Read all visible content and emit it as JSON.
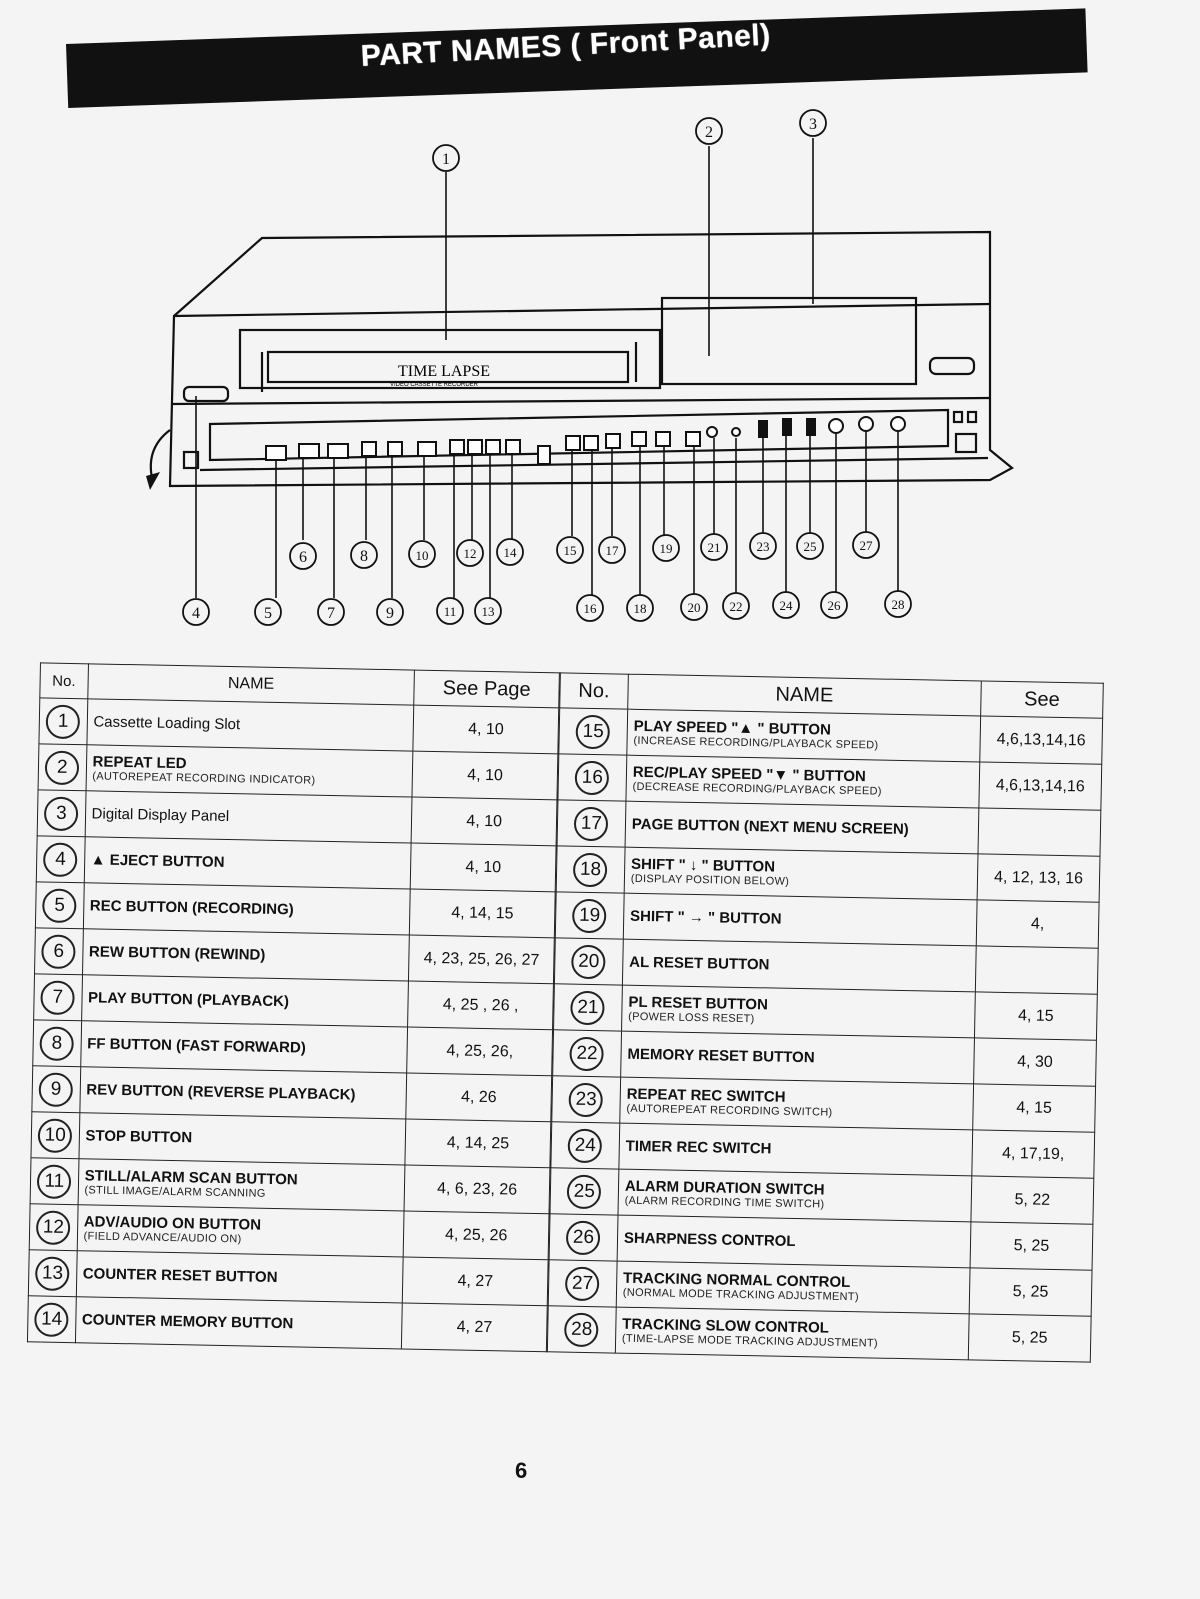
{
  "header": {
    "title": "PART NAMES ( Front Panel)"
  },
  "diagram": {
    "model_text": "TIME LAPSE",
    "model_sub": "VIDEO CASSETTE RECORDER",
    "callouts": [
      "1",
      "2",
      "3",
      "4",
      "5",
      "6",
      "7",
      "8",
      "9",
      "10",
      "11",
      "12",
      "13",
      "14",
      "15",
      "16",
      "17",
      "18",
      "19",
      "20",
      "21",
      "22",
      "23",
      "24",
      "25",
      "26",
      "27",
      "28"
    ]
  },
  "table_left": {
    "headers": {
      "no": "No.",
      "name": "NAME",
      "page": "See Page"
    },
    "rows": [
      {
        "no": "1",
        "name": "Cassette Loading Slot",
        "sub": "",
        "page": "4,  10"
      },
      {
        "no": "2",
        "name": "REPEAT LED",
        "sub": "(AUTOREPEAT RECORDING INDICATOR)",
        "page": "4,  10"
      },
      {
        "no": "3",
        "name": "Digital Display Panel",
        "sub": "",
        "page": "4,  10"
      },
      {
        "no": "4",
        "name": "▲   EJECT BUTTON",
        "sub": "",
        "page": "4,  10"
      },
      {
        "no": "5",
        "name": "REC BUTTON (RECORDING)",
        "sub": "",
        "page": "4,  14,  15"
      },
      {
        "no": "6",
        "name": "REW BUTTON (REWIND)",
        "sub": "",
        "page": "4, 23, 25, 26, 27"
      },
      {
        "no": "7",
        "name": "PLAY  BUTTON  (PLAYBACK)",
        "sub": "",
        "page": "4, 25 , 26 ,"
      },
      {
        "no": "8",
        "name": "FF BUTTON (FAST FORWARD)",
        "sub": "",
        "page": "4, 25, 26,"
      },
      {
        "no": "9",
        "name": "REV BUTTON (REVERSE PLAYBACK)",
        "sub": "",
        "page": "4,  26"
      },
      {
        "no": "10",
        "name": "STOP BUTTON",
        "sub": "",
        "page": "4,  14,  25"
      },
      {
        "no": "11",
        "name": "STILL/ALARM SCAN BUTTON",
        "sub": "(STILL IMAGE/ALARM SCANNING",
        "page": "4, 6, 23, 26"
      },
      {
        "no": "12",
        "name": "ADV/AUDIO ON BUTTON",
        "sub": "(FIELD ADVANCE/AUDIO ON)",
        "page": "4,  25, 26"
      },
      {
        "no": "13",
        "name": "COUNTER RESET BUTTON",
        "sub": "",
        "page": "4,  27"
      },
      {
        "no": "14",
        "name": "COUNTER MEMORY BUTTON",
        "sub": "",
        "page": "4,  27"
      }
    ]
  },
  "table_right": {
    "headers": {
      "no": "No.",
      "name": "NAME",
      "page": "See"
    },
    "rows": [
      {
        "no": "15",
        "name": "PLAY SPEED \"▲    \" BUTTON",
        "sub": "(INCREASE RECORDING/PLAYBACK SPEED)",
        "page": "4,6,13,14,16"
      },
      {
        "no": "16",
        "name": "REC/PLAY SPEED \"▼    \" BUTTON",
        "sub": "(DECREASE RECORDING/PLAYBACK SPEED)",
        "page": "4,6,13,14,16"
      },
      {
        "no": "17",
        "name": "PAGE BUTTON (NEXT MENU SCREEN)",
        "sub": "",
        "page": ""
      },
      {
        "no": "18",
        "name": "SHIFT  \" ↓   \" BUTTON",
        "sub": "(DISPLAY POSITION BELOW)",
        "page": "4, 12, 13, 16"
      },
      {
        "no": "19",
        "name": "SHIFT  \" →   \" BUTTON",
        "sub": "",
        "page": "4,"
      },
      {
        "no": "20",
        "name": "AL  RESET BUTTON",
        "sub": "",
        "page": ""
      },
      {
        "no": "21",
        "name": "PL RESET BUTTON",
        "sub": "(POWER LOSS RESET)",
        "page": "4,  15"
      },
      {
        "no": "22",
        "name": "MEMORY RESET BUTTON",
        "sub": "",
        "page": "4,  30"
      },
      {
        "no": "23",
        "name": "REPEAT REC SWITCH",
        "sub": "(AUTOREPEAT RECORDING SWITCH)",
        "page": "4,  15"
      },
      {
        "no": "24",
        "name": "TIMER REC SWITCH",
        "sub": "",
        "page": "4,  17,19,"
      },
      {
        "no": "25",
        "name": "ALARM DURATION SWITCH",
        "sub": "(ALARM RECORDING TIME SWITCH)",
        "page": "5,  22"
      },
      {
        "no": "26",
        "name": "SHARPNESS  CONTROL",
        "sub": "",
        "page": "5,  25"
      },
      {
        "no": "27",
        "name": "TRACKING NORMAL CONTROL",
        "sub": "(NORMAL MODE TRACKING ADJUSTMENT)",
        "page": "5,  25"
      },
      {
        "no": "28",
        "name": "TRACKING SLOW CONTROL",
        "sub": "(TIME-LAPSE MODE TRACKING ADJUSTMENT)",
        "page": "5,  25"
      }
    ]
  },
  "footer": {
    "page_number": "6"
  }
}
